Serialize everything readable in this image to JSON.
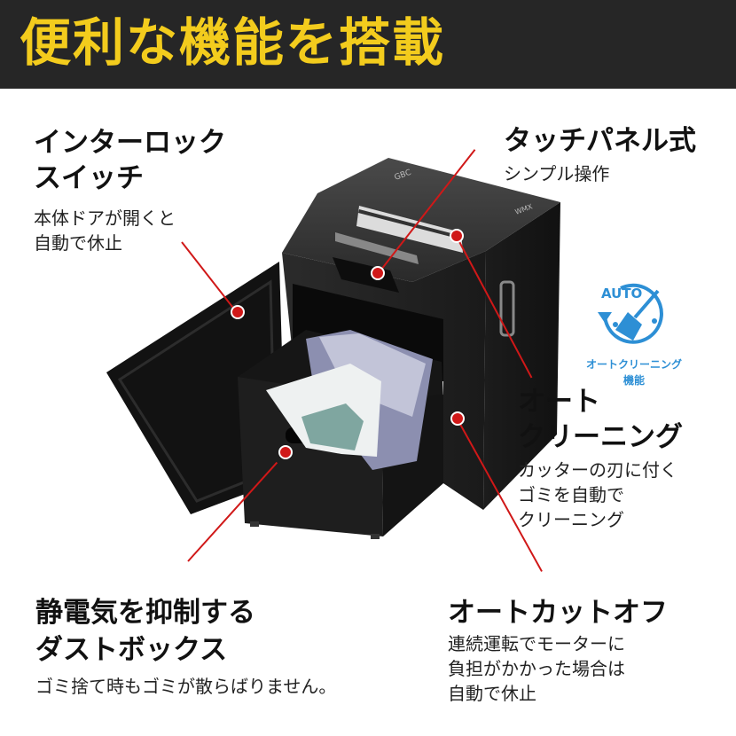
{
  "header": {
    "title": "便利な機能を搭載"
  },
  "features": {
    "interlock": {
      "title_line1": "インターロック",
      "title_line2": "スイッチ",
      "desc_line1": "本体ドアが開くと",
      "desc_line2": "自動で休止"
    },
    "touch_panel": {
      "title": "タッチパネル式",
      "desc": "シンプル操作"
    },
    "auto_cleaning": {
      "title_line1": "オート",
      "title_line2": "クリーニング",
      "desc_line1": "カッターの刃に付く",
      "desc_line2": "ゴミを自動で",
      "desc_line3": "クリーニング"
    },
    "dust_box": {
      "title_line1": "静電気を抑制する",
      "title_line2": "ダストボックス",
      "desc": "ゴミ捨て時もゴミが散らばりません。"
    },
    "auto_cutoff": {
      "title": "オートカットオフ",
      "desc_line1": "連続運転でモーターに",
      "desc_line2": "負担がかかった場合は",
      "desc_line3": "自動で休止"
    }
  },
  "auto_badge": {
    "word": "AUTO",
    "caption_line1": "オートクリーニング",
    "caption_line2": "機能",
    "icon": "broom-icon"
  },
  "product": {
    "logo": "GBC",
    "model_label": "WMX",
    "image": "paper-shredder"
  },
  "colors": {
    "header_bg": "#262626",
    "header_text": "#f3cc1d",
    "callout": "#d01818",
    "badge": "#2d8fd5"
  }
}
